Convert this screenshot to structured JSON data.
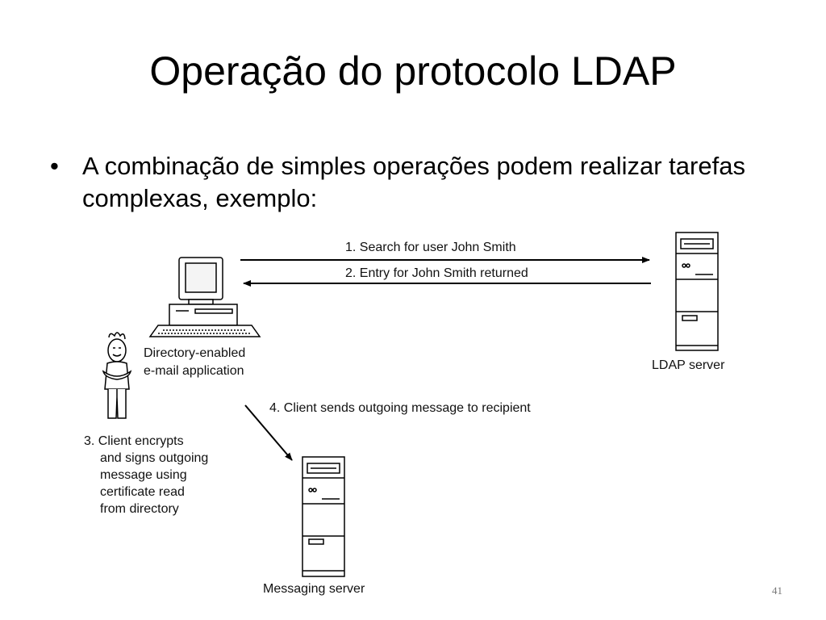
{
  "slide": {
    "title": "Operação do protocolo LDAP",
    "bullet": "A combinação de simples operações podem realizar tarefas complexas, exemplo:",
    "page_number": "41"
  },
  "diagram": {
    "step1": "1. Search for user John Smith",
    "step2": "2. Entry for John Smith returned",
    "client_label_line1": "Directory-enabled",
    "client_label_line2": "e-mail application",
    "ldap_server_label": "LDAP server",
    "step4": "4. Client sends outgoing message to recipient",
    "step3_lines": [
      "3. Client encrypts",
      "and signs outgoing",
      "message using",
      "certificate read",
      "from directory"
    ],
    "messaging_server_label": "Messaging server"
  }
}
